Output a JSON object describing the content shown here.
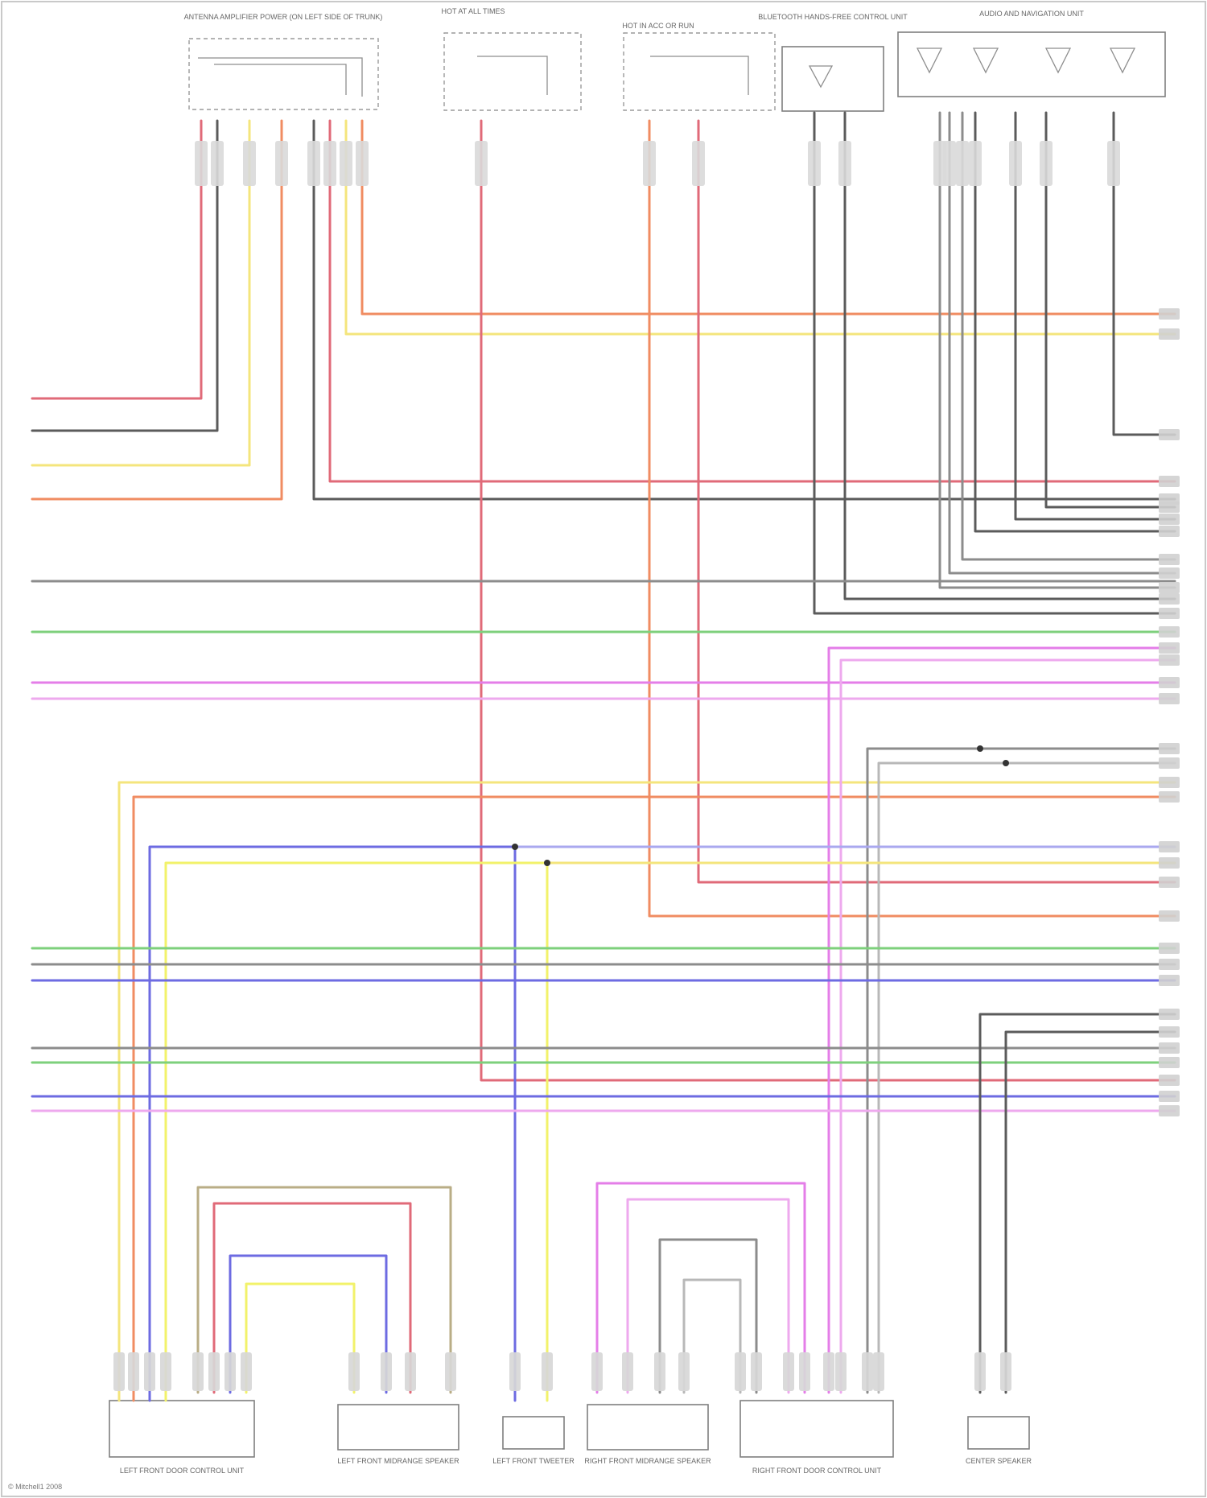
{
  "colors": {
    "background": "#ffffff",
    "red": "#e06a78",
    "orange": "#f08c62",
    "yellow": "#f4e57c",
    "gray": "#8c8c8c",
    "dark": "#5b5b5b",
    "green": "#7ed07c",
    "violet": "#e47ee8",
    "pink": "#eea9ee",
    "blue": "#6d6be2",
    "bright_yellow": "#f2f26a",
    "tan": "#b9ad86",
    "light_gray": "#b8b8b8",
    "blue_light": "#aaa8ef"
  },
  "top_components": [
    "ANTENNA AMPLIFIER POWER (ON LEFT SIDE OF TRUNK)",
    "HOT AT ALL TIMES",
    "HOT IN ACC OR RUN",
    "BLUETOOTH HANDS-FREE CONTROL UNIT",
    "AUDIO AND NAVIGATION UNIT"
  ],
  "bottom_components": [
    "LEFT FRONT DOOR CONTROL UNIT",
    "LEFT FRONT MIDRANGE SPEAKER",
    "LEFT FRONT TWEETER",
    "RIGHT FRONT MIDRANGE SPEAKER",
    "RIGHT FRONT DOOR CONTROL UNIT",
    "CENTER SPEAKER"
  ],
  "footer_credit": "© Mitchell1 2008"
}
